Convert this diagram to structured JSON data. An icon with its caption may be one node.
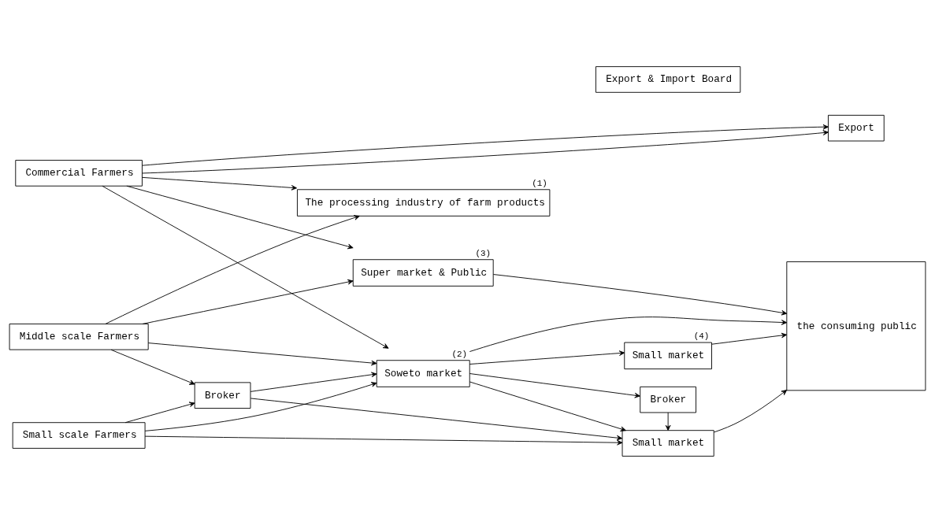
{
  "diagram": {
    "nodes": [
      {
        "text": [
          "Commercial Farmers"
        ]
      },
      {
        "text": [
          "Export"
        ]
      },
      {
        "text": [
          "Export & Import Board"
        ]
      },
      {
        "text": [
          "The processing industry of farm products"
        ],
        "beside": [
          "(1)"
        ]
      },
      {
        "text": [
          "Middle scale Farmers"
        ]
      },
      {
        "text": [
          "Soweto market"
        ],
        "beside": [
          "(2)"
        ]
      },
      {
        "text": [
          "Small market"
        ],
        "beside": [
          "(4)"
        ]
      },
      {
        "text": [
          "the consuming public"
        ]
      },
      {
        "text": [
          "Small market"
        ]
      },
      {
        "text": [
          "Broker"
        ]
      },
      {
        "text": [
          "Super market & Public"
        ],
        "beside": [
          "(3)"
        ]
      },
      {
        "text": [
          "Small scale Farmers"
        ]
      },
      {
        "text": [
          "Broker"
        ]
      }
    ],
    "edges": [
      {
        "from": 0,
        "to": 1,
        "arrow": "to"
      },
      {
        "from": 0,
        "to": 1,
        "arrow": "to"
      },
      {
        "from": 0,
        "to": 3,
        "arrow": "to"
      },
      {
        "from": 0,
        "to": 5,
        "arrow": "to"
      },
      {
        "from": 0,
        "to": 10,
        "arrow": "to"
      },
      {
        "from": 4,
        "to": 3,
        "arrow": "to"
      },
      {
        "from": 4,
        "to": 5,
        "arrow": "to"
      },
      {
        "from": 4,
        "to": 10,
        "arrow": "to"
      },
      {
        "from": 4,
        "to": 9,
        "arrow": "to"
      },
      {
        "from": 11,
        "to": 9,
        "arrow": "to"
      },
      {
        "from": 9,
        "to": 5,
        "arrow": "to"
      },
      {
        "from": 11,
        "to": 5,
        "arrow": "to"
      },
      {
        "from": 9,
        "to": 8,
        "arrow": "to"
      },
      {
        "from": 11,
        "to": 8,
        "arrow": "to"
      },
      {
        "from": 5,
        "to": 6,
        "arrow": "to"
      },
      {
        "from": 5,
        "to": 7,
        "arrow": "to"
      },
      {
        "from": 5,
        "to": 8,
        "arrow": "to"
      },
      {
        "from": 5,
        "to": 12,
        "arrow": "to"
      },
      {
        "from": 12,
        "to": 8,
        "arrow": "to"
      },
      {
        "from": 10,
        "to": 7,
        "arrow": "to"
      },
      {
        "from": 6,
        "to": 7,
        "arrow": "to"
      },
      {
        "from": 8,
        "to": 7,
        "arrow": "to"
      }
    ]
  }
}
